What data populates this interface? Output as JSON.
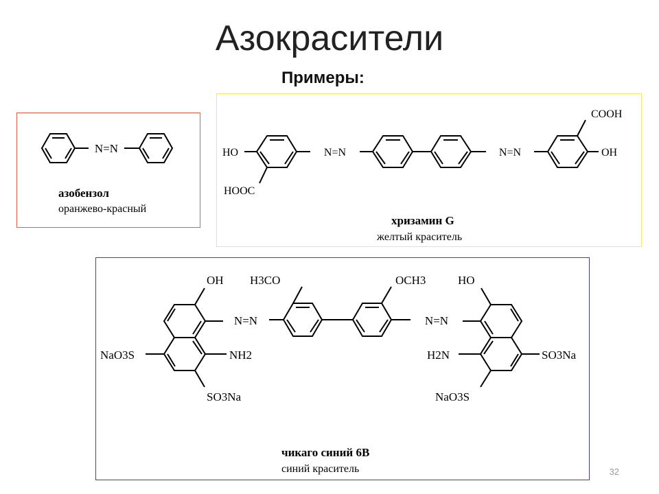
{
  "slide": {
    "title": "Азокрасители",
    "subtitle": "Примеры:",
    "page_number": "32"
  },
  "colors": {
    "azobenzene_frame": "#e0603f",
    "chrysamine_frame": "#f2ea6a",
    "chicago_frame": "#3a3ad0"
  },
  "compounds": {
    "azobenzene": {
      "name": "азобензол",
      "description": "оранжево-красный",
      "labels": {
        "azo": "N=N"
      }
    },
    "chrysamine": {
      "name": "хризамин G",
      "description": "желтый краситель",
      "labels": {
        "ho": "HO",
        "hooc": "HOOC",
        "azo1": "N=N",
        "azo2": "N=N",
        "cooh": "COOH",
        "oh": "OH"
      }
    },
    "chicago": {
      "name": "чикаго синий 6В",
      "description": "синий краситель",
      "labels": {
        "oh_left": "OH",
        "h3co": "H3CO",
        "och3": "OCH3",
        "ho_right": "HO",
        "azo1": "N=N",
        "azo2": "N=N",
        "nao3s_left": "NaO3S",
        "nh2": "NH2",
        "so3na_bottom": "SO3Na",
        "h2n": "H2N",
        "so3na_right": "SO3Na",
        "nao3s_bottom": "NaO3S"
      }
    }
  }
}
